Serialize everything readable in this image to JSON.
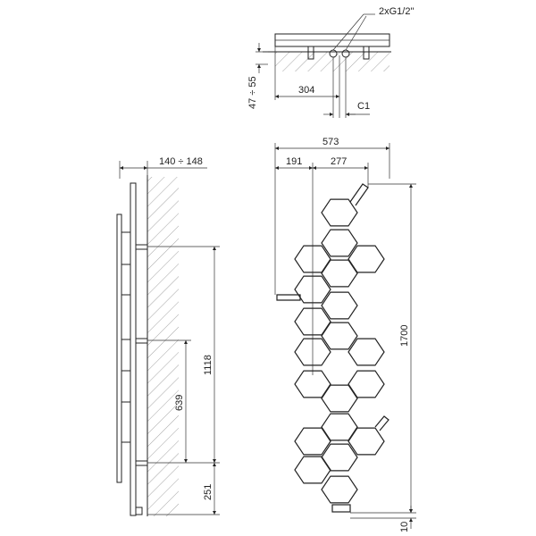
{
  "top_view": {
    "connection_label": "2xG1/2\"",
    "dim_width": "304",
    "dim_c1": "C1",
    "dim_depth": "47 ÷ 55"
  },
  "side_view": {
    "dim_wall_distance": "140 ÷ 148",
    "dim_bracket_span": "1118",
    "dim_middle_span": "639",
    "dim_bottom": "251"
  },
  "front_view": {
    "dim_total_width": "573",
    "dim_left": "191",
    "dim_right": "277",
    "dim_height": "1700",
    "dim_floor_gap": "10"
  }
}
